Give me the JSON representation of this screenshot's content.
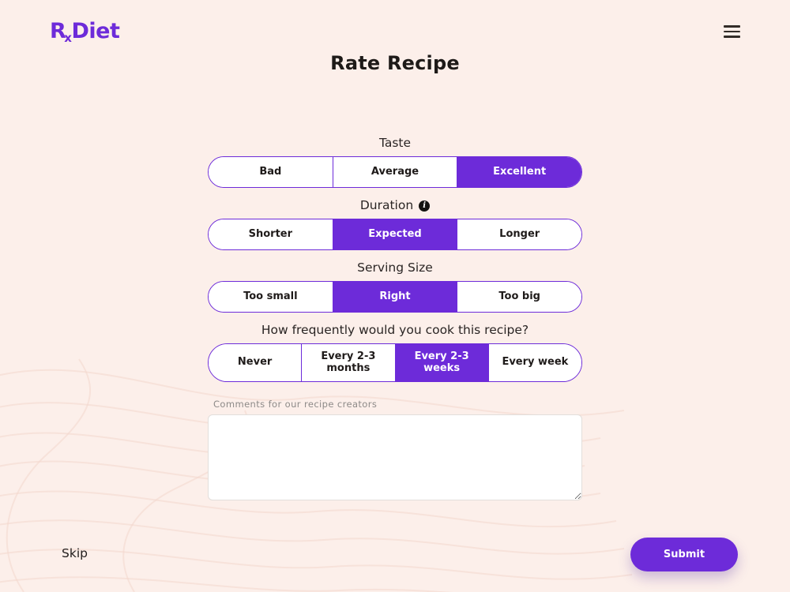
{
  "colors": {
    "accent": "#6D2BD9",
    "bg": "#FCEFEA",
    "text_dark": "#241F1E",
    "gray": "#8D8A88",
    "white": "#FFFFFF"
  },
  "header": {
    "logo_r": "R",
    "logo_x": "x",
    "logo_rest": "Diet"
  },
  "icons": {
    "info": "i"
  },
  "page_title": "Rate Recipe",
  "sections": [
    {
      "label": "Taste",
      "has_info": false,
      "selected": 2,
      "options": [
        "Bad",
        "Average",
        "Excellent"
      ]
    },
    {
      "label": "Duration",
      "has_info": true,
      "selected": 1,
      "options": [
        "Shorter",
        "Expected",
        "Longer"
      ]
    },
    {
      "label": "Serving Size",
      "has_info": false,
      "selected": 1,
      "options": [
        "Too small",
        "Right",
        "Too big"
      ]
    },
    {
      "label": "How frequently would you cook this recipe?",
      "has_info": false,
      "selected": 2,
      "options": [
        "Never",
        "Every 2-3 months",
        "Every 2-3 weeks",
        "Every week"
      ]
    }
  ],
  "comments": {
    "label": "Comments for our recipe creators",
    "value": ""
  },
  "footer": {
    "skip_label": "Skip",
    "submit_label": "Submit"
  }
}
